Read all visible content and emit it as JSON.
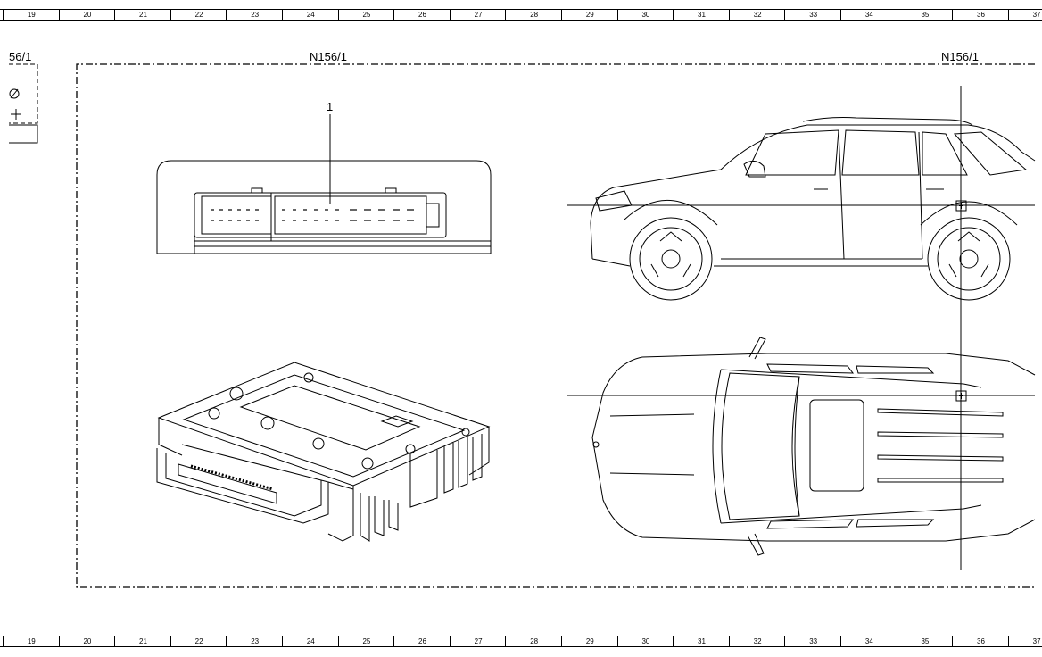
{
  "ruler": {
    "columns": [
      "19",
      "20",
      "21",
      "22",
      "23",
      "24",
      "25",
      "26",
      "27",
      "28",
      "29",
      "30",
      "31",
      "32",
      "33",
      "34",
      "35",
      "36",
      "37"
    ]
  },
  "labels": {
    "left_component": "56/1",
    "component_center": "N156/1",
    "component_right": "N156/1",
    "callout_1": "1"
  }
}
